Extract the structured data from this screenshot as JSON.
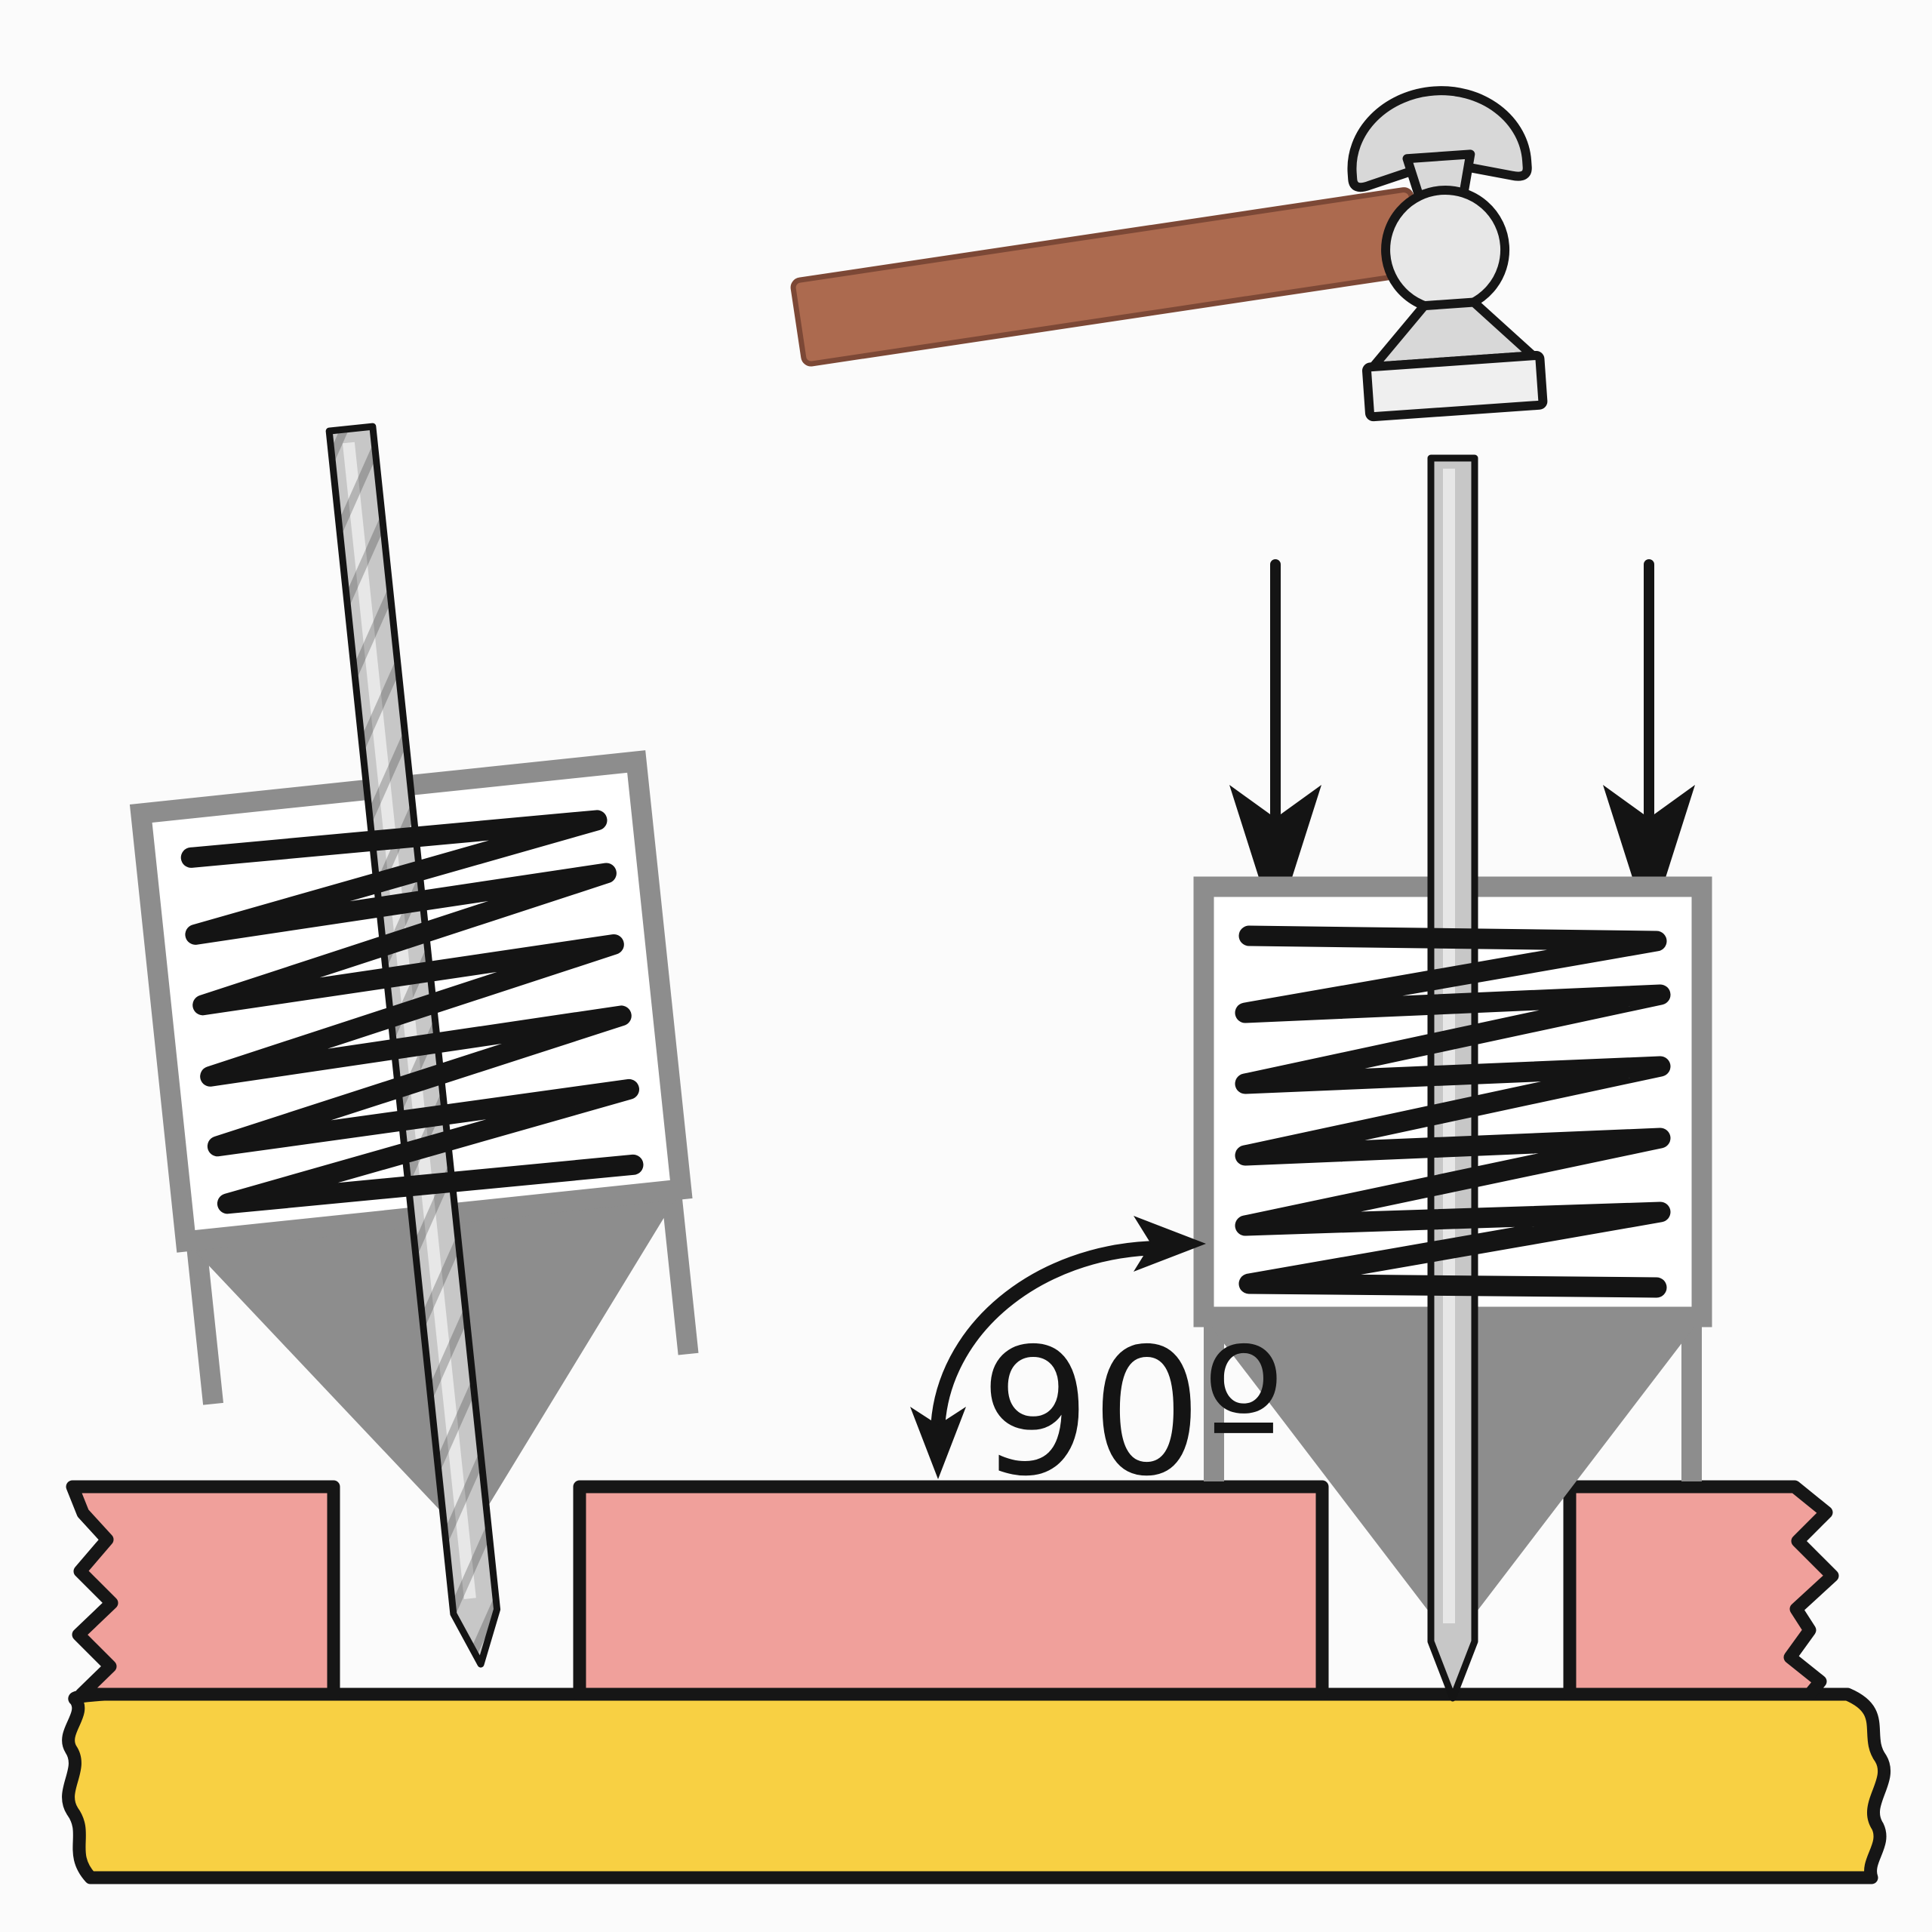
{
  "title": "Spring-loaded nail punch usage diagram",
  "annotation": {
    "angle_label": "90º"
  },
  "colors": {
    "background": "#FBFBFB",
    "outline": "#161616",
    "white": "#FFFFFF",
    "board_pink": "#F0A09B",
    "board_yellow": "#F8D043",
    "tool_gray": "#8D8D8D",
    "rod_gray": "#C7C7C7",
    "rod_highlight": "#EAEAEA",
    "ink_black": "#141414",
    "hammer_gray": "#D8D8D8",
    "hammer_ball_gray": "#E7E7E7",
    "hammer_face_gray": "#EFEFEF",
    "handle_brown": "#AC6A4F",
    "handle_edge_brown": "#7C4836"
  },
  "elements": {
    "hammer": "ball-peen-hammer-icon",
    "left_tool": "tilted-spring-punch-icon",
    "right_tool": "vertical-spring-punch-icon",
    "force_arrows": "downward-force-arrow-icon",
    "angle_arc": "angle-arc-arrow-icon",
    "boards": "pink-workpieces-on-yellow-base"
  }
}
